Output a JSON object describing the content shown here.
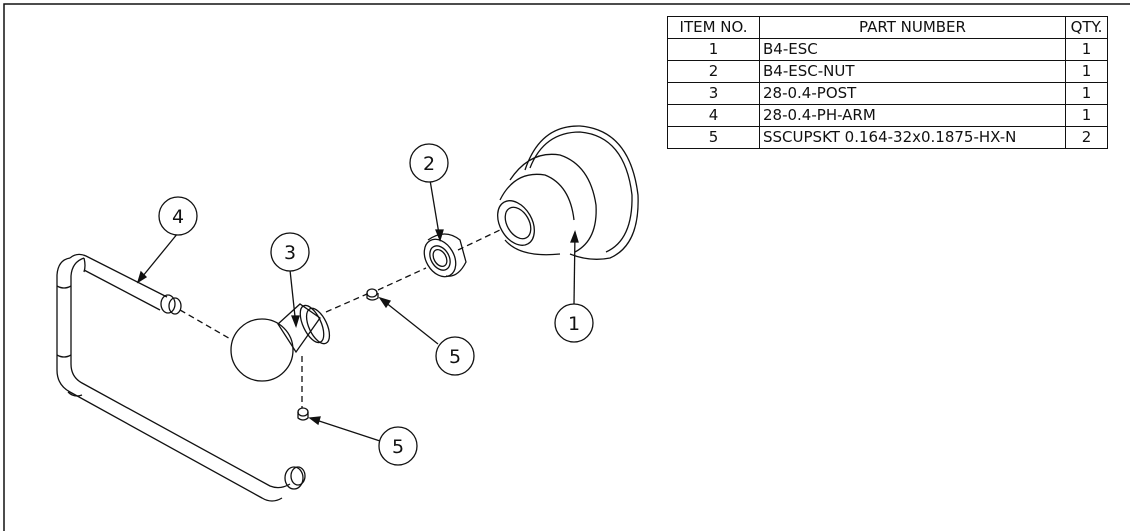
{
  "bom": {
    "headers": {
      "item": "ITEM NO.",
      "part": "PART NUMBER",
      "qty": "QTY."
    },
    "rows": [
      {
        "item": "1",
        "part": "B4-ESC",
        "qty": "1"
      },
      {
        "item": "2",
        "part": "B4-ESC-NUT",
        "qty": "1"
      },
      {
        "item": "3",
        "part": "28-0.4-POST",
        "qty": "1"
      },
      {
        "item": "4",
        "part": "28-0.4-PH-ARM",
        "qty": "1"
      },
      {
        "item": "5",
        "part": "SSCUPSKT 0.164-32x0.1875-HX-N",
        "qty": "2"
      }
    ]
  },
  "balloons": {
    "b1": "1",
    "b2": "2",
    "b3": "3",
    "b4": "4",
    "b5a": "5",
    "b5b": "5"
  }
}
